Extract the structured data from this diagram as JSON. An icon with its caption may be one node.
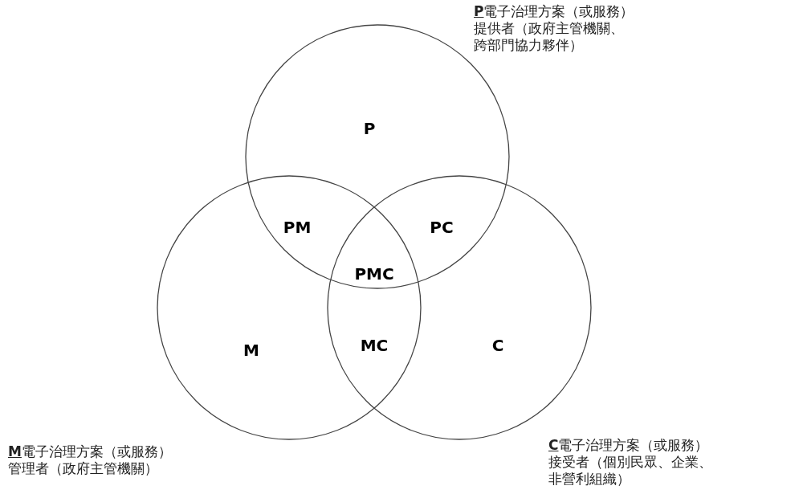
{
  "diagram": {
    "nodes": [
      {
        "text": [
          "P"
        ],
        "beside": [
          "**P**電子治理方案（或服務）提供者（政府主管機關、跨部門協力夥伴）"
        ]
      },
      {
        "text": [
          "M"
        ],
        "beside": [
          "**M**電子治理方案（或服務）管理者（政府主管機關）"
        ]
      },
      {
        "text": [
          "C"
        ],
        "beside": [
          "**C**電子治理方案（或服務）接受者（個別民眾、企業、非營利組織）"
        ]
      }
    ],
    "labels": [
      "PM",
      "PC",
      "PMC",
      "MC"
    ]
  }
}
